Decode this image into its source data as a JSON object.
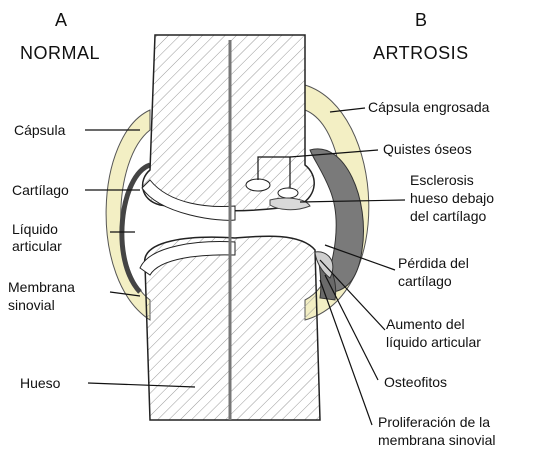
{
  "diagram": {
    "title_a_letter": "A",
    "title_a": "NORMAL",
    "title_b_letter": "B",
    "title_b": "ARTROSIS",
    "labels_left": {
      "capsula": "Cápsula",
      "cartilago": "Cartílago",
      "liquido_1": "Líquido",
      "liquido_2": "articular",
      "membrana_1": "Membrana",
      "membrana_2": "sinovial",
      "hueso": "Hueso"
    },
    "labels_right": {
      "capsula_engrosada": "Cápsula engrosada",
      "quistes": "Quistes óseos",
      "esclerosis_1": "Esclerosis",
      "esclerosis_2": "hueso debajo",
      "esclerosis_3": "del cartílago",
      "perdida_1": "Pérdida del",
      "perdida_2": "cartílago",
      "aumento_1": "Aumento del",
      "aumento_2": "líquido articular",
      "osteofitos": "Osteofitos",
      "proliferacion_1": "Proliferación de la",
      "proliferacion_2": "membrana sinovial"
    },
    "colors": {
      "capsule": "#f3efc4",
      "synovium_dark": "#7a7a7a",
      "bone_outline": "#222222",
      "hatch": "#999999"
    }
  }
}
